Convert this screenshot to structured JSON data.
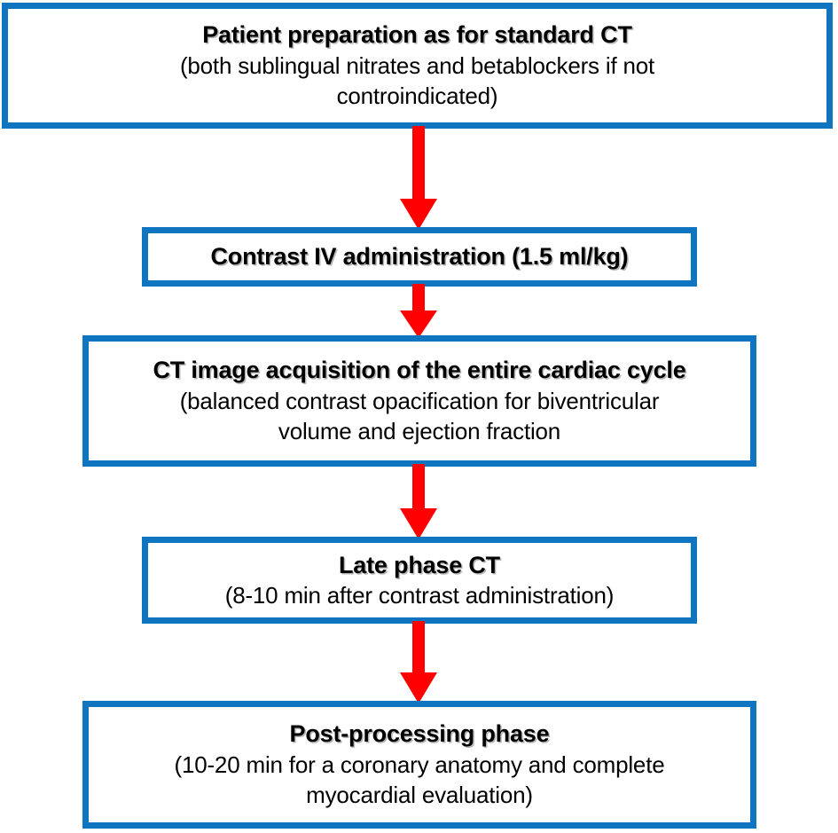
{
  "diagram": {
    "type": "flowchart",
    "orientation": "vertical",
    "colors": {
      "node_border": "#0F75C0",
      "node_fill": "#FFFFFF",
      "arrow": "#FF0000",
      "text": "#000000"
    },
    "nodes": [
      {
        "id": "node-1",
        "title": "Patient preparation as for standard CT",
        "sub_lines": [
          "(both sublingual nitrates and betablockers if not",
          "controindicated)"
        ]
      },
      {
        "id": "node-2",
        "title": "Contrast IV administration (1.5 ml/kg)",
        "sub_lines": []
      },
      {
        "id": "node-3",
        "title": "CT image acquisition of the entire cardiac cycle",
        "sub_lines": [
          "(balanced contrast opacification for biventricular",
          "volume and ejection fraction"
        ]
      },
      {
        "id": "node-4",
        "title": "Late phase CT",
        "sub_lines": [
          "(8-10 min after contrast administration)"
        ]
      },
      {
        "id": "node-5",
        "title": "Post-processing phase",
        "sub_lines": [
          "(10-20 min for a coronary anatomy and complete",
          "myocardial evaluation)"
        ]
      }
    ],
    "arrows": [
      {
        "id": "arrow-1",
        "from": "node-1",
        "to": "node-2",
        "direction": "down"
      },
      {
        "id": "arrow-2",
        "from": "node-2",
        "to": "node-3",
        "direction": "down"
      },
      {
        "id": "arrow-3",
        "from": "node-3",
        "to": "node-4",
        "direction": "down"
      },
      {
        "id": "arrow-4",
        "from": "node-4",
        "to": "node-5",
        "direction": "down"
      }
    ]
  }
}
